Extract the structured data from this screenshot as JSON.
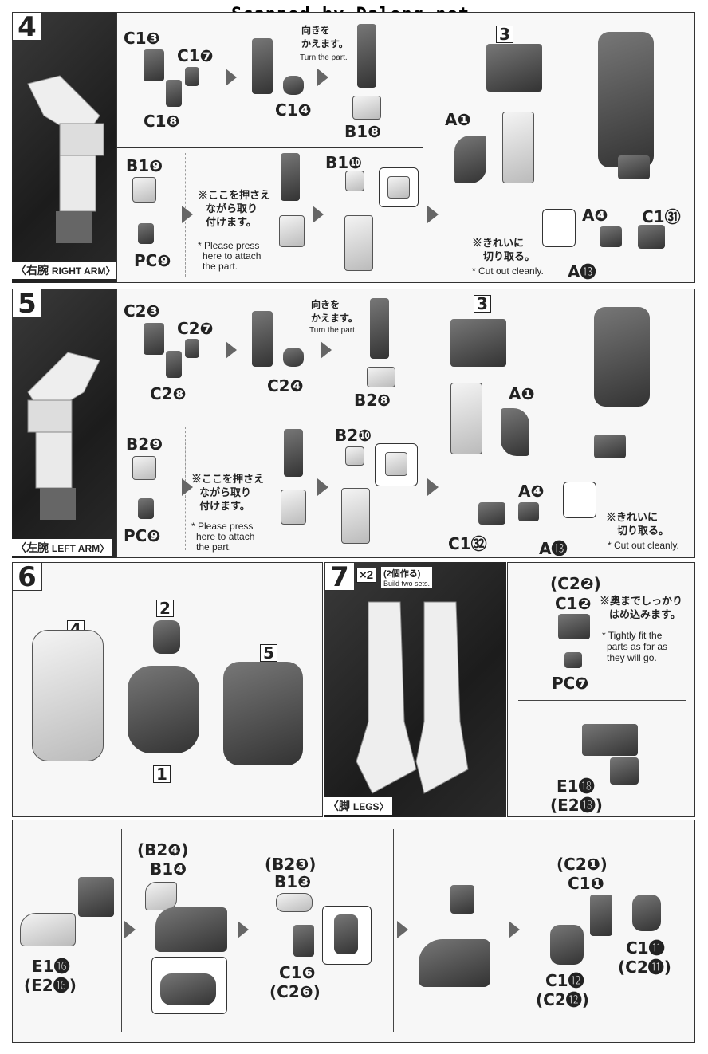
{
  "header": {
    "watermark": "Scanned by Dalong.net"
  },
  "step4": {
    "number": "4",
    "caption_jp": "〈右腕",
    "caption_en": "RIGHT ARM〉",
    "box3": "3",
    "labels": {
      "c1_3": "C1❸",
      "c1_7": "C1❼",
      "c1_8": "C1❽",
      "c1_4": "C1❹",
      "b1_8": "B1❽",
      "b1_9": "B1❾",
      "pc9": "PC❾",
      "b1_10": "B1❿",
      "a1": "A❶",
      "a4": "A❹",
      "c1_31": "C1㉛",
      "a13": "A⓭"
    },
    "turn_jp_1": "向きを",
    "turn_jp_2": "かえます。",
    "turn_en": "Turn the part.",
    "press_jp_1": "※ここを押さえ",
    "press_jp_2": "ながら取り",
    "press_jp_3": "付けます。",
    "press_en_1": "* Please press",
    "press_en_2": "here to attach",
    "press_en_3": "the part.",
    "cut_jp_1": "※きれいに",
    "cut_jp_2": "切り取る。",
    "cut_en": "* Cut out cleanly."
  },
  "step5": {
    "number": "5",
    "caption_jp": "〈左腕",
    "caption_en": "LEFT ARM〉",
    "box3": "3",
    "labels": {
      "c2_3": "C2❸",
      "c2_7": "C2❼",
      "c2_8": "C2❽",
      "c2_4": "C2❹",
      "b2_8": "B2❽",
      "b2_9": "B2❾",
      "pc9": "PC❾",
      "b2_10": "B2❿",
      "a1": "A❶",
      "a4": "A❹",
      "c1_32": "C1㉜",
      "a13": "A⓭"
    },
    "turn_jp_1": "向きを",
    "turn_jp_2": "かえます。",
    "turn_en": "Turn the part.",
    "press_jp_1": "※ここを押さえ",
    "press_jp_2": "ながら取り",
    "press_jp_3": "付けます。",
    "press_en_1": "* Please press",
    "press_en_2": "here to attach",
    "press_en_3": "the part.",
    "cut_jp_1": "※きれいに",
    "cut_jp_2": "切り取る。",
    "cut_en": "* Cut out cleanly."
  },
  "step6": {
    "number": "6",
    "box1": "1",
    "box2": "2",
    "box4": "4",
    "box5": "5"
  },
  "step7": {
    "number": "7",
    "multiplier": "×2",
    "sets_jp": "(2個作る)",
    "sets_en": "Build two sets.",
    "caption_jp": "〈脚",
    "caption_en": "LEGS〉",
    "c2_2": "(C2❷)",
    "c1_2": "C1❷",
    "pc7": "PC❼",
    "fit_jp_1": "※奥までしっかり",
    "fit_jp_2": "はめ込みます。",
    "fit_en_1": "* Tightly fit the",
    "fit_en_2": "parts as far as",
    "fit_en_3": "they will go.",
    "e1_18": "E1⓲",
    "e2_18": "(E2⓲)"
  },
  "step8": {
    "e1_16": "E1⓰",
    "e2_16": "(E2⓰)",
    "b2_4": "(B2❹)",
    "b1_4": "B1❹",
    "b2_3": "(B2❸)",
    "b1_3": "B1❸",
    "c1_6": "C1❻",
    "c2_6": "(C2❻)",
    "c2_1": "(C2❶)",
    "c1_1": "C1❶",
    "c1_11": "C1⓫",
    "c2_11": "(C2⓫)",
    "c1_12": "C1⓬",
    "c2_12": "(C2⓬)"
  }
}
